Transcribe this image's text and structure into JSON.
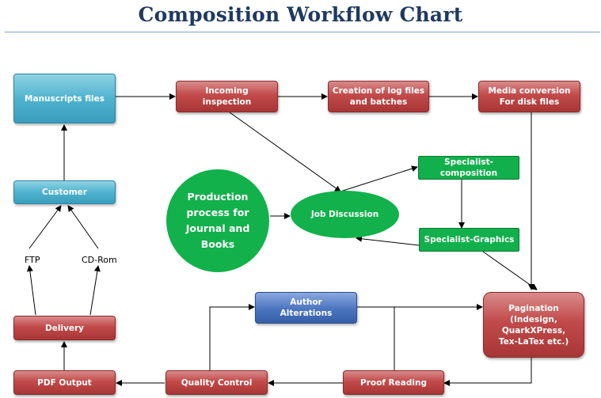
{
  "title": "Composition Workflow Chart",
  "nodes": {
    "manuscripts": "Manuscripts files",
    "customer": "Customer",
    "ftp": "FTP",
    "cdrom": "CD-Rom",
    "delivery": "Delivery",
    "pdf_output": "PDF Output",
    "incoming": "Incoming\ninspection",
    "log_files": "Creation of log files\nand batches",
    "media": "Media conversion\nFor disk files",
    "production": "Production\nprocess for\nJournal and\nBooks",
    "job_discussion": "Job Discussion",
    "spec_composition": "Specialist-composition",
    "spec_graphics": "Specialist-Graphics",
    "author_alterations": "Author\nAlterations",
    "pagination": "Pagination\n(Indesign,\nQuarkXPress,\nTex-LaTex etc.)",
    "quality_control": "Quality Control",
    "proof_reading": "Proof Reading"
  },
  "colors": {
    "title": "#1f3a5f",
    "red_box": "#c24a4a",
    "teal_box": "#4fb3cf",
    "green": "#12b14b",
    "blue_box": "#4a74bf"
  }
}
